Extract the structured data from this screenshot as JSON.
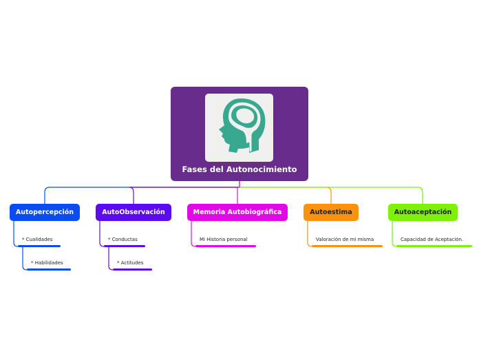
{
  "central": {
    "title": "Fases del Autonocimiento",
    "icon": "head-brain-icon",
    "color": "#682d8c",
    "icon_color": "#38a890"
  },
  "branches": [
    {
      "label": "Autopercepción",
      "color": "#0a4cf0",
      "text_color": "#ffffff",
      "items": [
        "* Cualidades",
        "* Habilidades"
      ]
    },
    {
      "label": "AutoObservación",
      "color": "#5c0af0",
      "text_color": "#ffffff",
      "items": [
        "* Conductas",
        "* Actitudes"
      ]
    },
    {
      "label": "Memoria Autobiográfica",
      "color": "#e10ae6",
      "text_color": "#ffffff",
      "items": [
        "Mi Historia personal"
      ]
    },
    {
      "label": "Autoestima",
      "color": "#fa9210",
      "text_color": "#222222",
      "items": [
        "Valoración de mi misma"
      ]
    },
    {
      "label": "Autoaceptación",
      "color": "#7ef00a",
      "text_color": "#222222",
      "items": [
        "Capacidad de Aceptación."
      ]
    }
  ]
}
